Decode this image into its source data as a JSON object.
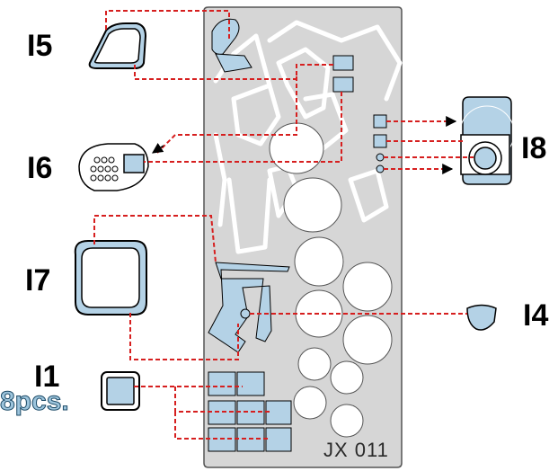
{
  "labels": {
    "i1": "I1",
    "i4": "I4",
    "i5": "I5",
    "i6": "I6",
    "i7": "I7",
    "i8": "I8",
    "count": "8pcs.",
    "sheet_code": "JX 011"
  },
  "colors": {
    "sheet_fill": "#d6d6d6",
    "sheet_stroke": "#555555",
    "part_fill": "#b4d2e6",
    "part_stroke": "#000000",
    "leader": "#d61f1f",
    "count_text": "#9cc4dc"
  }
}
